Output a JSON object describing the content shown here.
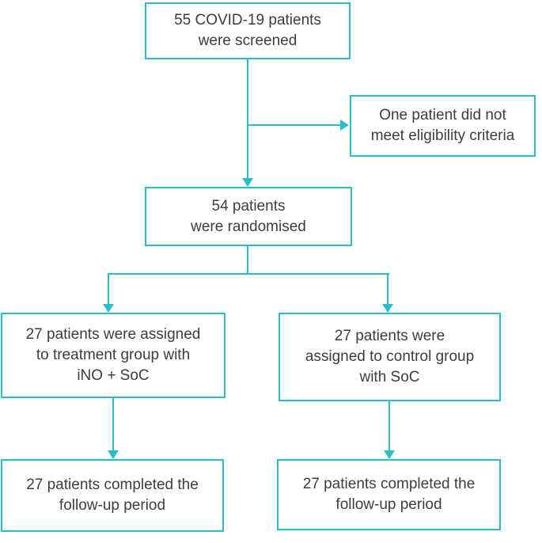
{
  "diagram": {
    "type": "flowchart",
    "accent_color": "#29bec8",
    "text_color": "#3d3d3d",
    "background_color": "#ffffff",
    "nodes": {
      "screened": {
        "text": "55 COVID-19 patients\nwere screened"
      },
      "not_eligible": {
        "text": "One patient did not\nmeet eligibility criteria"
      },
      "randomised": {
        "text": "54 patients\nwere randomised"
      },
      "treatment_group": {
        "text": "27 patients were assigned\nto treatment group with\niNO + SoC"
      },
      "control_group": {
        "text": "27 patients were\nassigned to control group\nwith SoC"
      },
      "treatment_followup": {
        "text": "27 patients completed the\nfollow-up period"
      },
      "control_followup": {
        "text": "27 patients completed the\nfollow-up period"
      }
    }
  }
}
